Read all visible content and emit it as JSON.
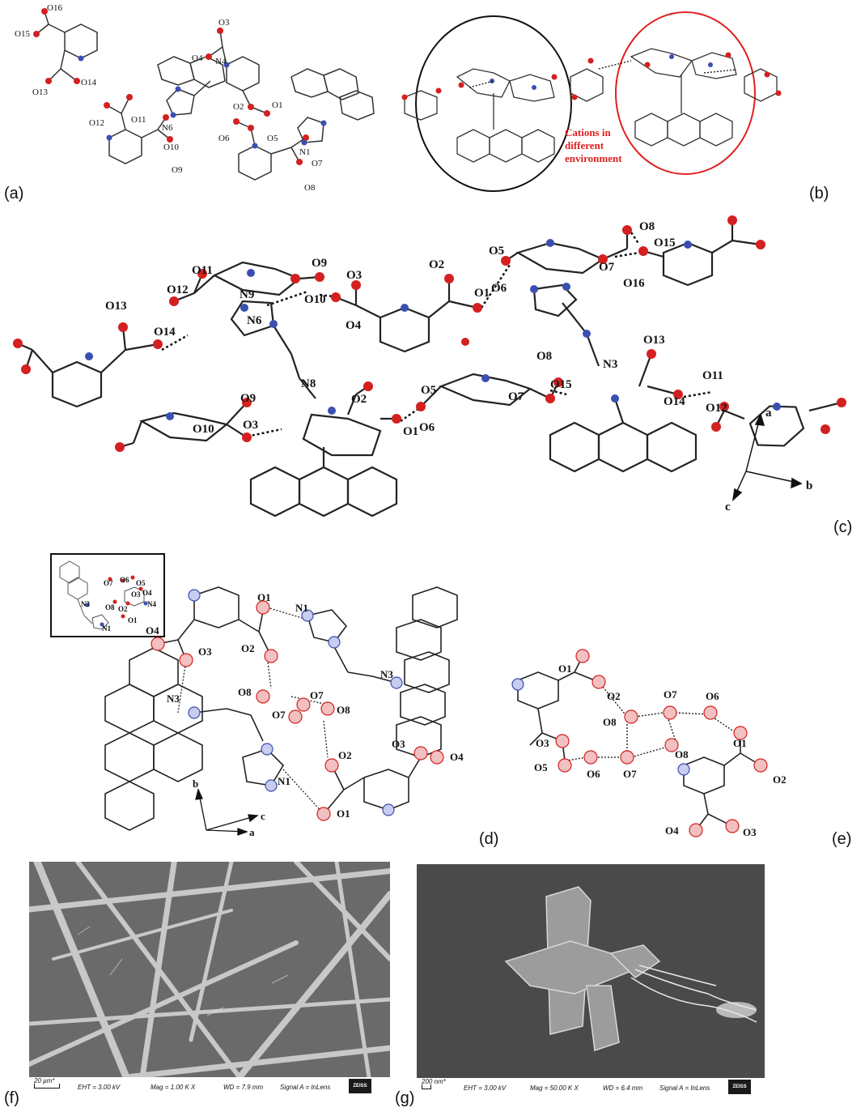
{
  "panel_labels": {
    "a": "(a)",
    "b": "(b)",
    "c": "(c)",
    "d": "(d)",
    "e": "(e)",
    "f": "(f)",
    "g": "(g)"
  },
  "panel_a": {
    "atoms": [
      "O16",
      "O15",
      "O13",
      "O14",
      "O3",
      "O4",
      "N4",
      "O2",
      "O1",
      "N6",
      "N1",
      "O12",
      "O11",
      "O10",
      "O9",
      "O6",
      "O5",
      "O7",
      "O8"
    ]
  },
  "panel_b": {
    "annotation": [
      "Cations in",
      "different",
      "environment"
    ]
  },
  "panel_c": {
    "atoms": [
      "O9",
      "O11",
      "O12",
      "O13",
      "O14",
      "N9",
      "O10",
      "N6",
      "O3",
      "O4",
      "O2",
      "O1",
      "O5",
      "O6",
      "O8",
      "O7",
      "O15",
      "O16",
      "N8",
      "O9",
      "O3",
      "O10",
      "O2",
      "O1",
      "O5",
      "O6",
      "O8",
      "O7",
      "O15",
      "N3",
      "O13",
      "O14",
      "O11",
      "O12"
    ],
    "axes": [
      "a",
      "b",
      "c"
    ]
  },
  "panel_d": {
    "atoms": [
      "O1",
      "N1",
      "O2",
      "O4",
      "O3",
      "O8",
      "O7",
      "O7",
      "O8",
      "N3",
      "N3",
      "O3",
      "O4",
      "O2",
      "N1",
      "O1"
    ],
    "inset_atoms": [
      "O7",
      "O6",
      "O5",
      "O4",
      "O3",
      "N3",
      "O8",
      "O2",
      "N4",
      "N1",
      "O1"
    ],
    "axes": [
      "b",
      "c",
      "a"
    ]
  },
  "panel_e": {
    "atoms": [
      "O1",
      "O2",
      "O7",
      "O6",
      "O8",
      "O1",
      "O3",
      "O5",
      "O6",
      "O7",
      "O8",
      "O2",
      "O4",
      "O3"
    ]
  },
  "panel_f": {
    "scale": "20 µm*",
    "eht": "EHT =  3.00 kV",
    "mag": "Mag =    1.00 K X",
    "wd": "WD =  7.9 mm",
    "signal": "Signal A = InLens",
    "brand": "ZEISS"
  },
  "panel_g": {
    "scale": "200 nm*",
    "eht": "EHT =  3.00 kV",
    "mag": "Mag =   50.00 K X",
    "wd": "WD =  6.4 mm",
    "signal": "Signal A = InLens",
    "brand": "ZEISS"
  },
  "colors": {
    "oxygen": "#d42020",
    "nitrogen": "#3a4fb0",
    "carbon": "#ffffff",
    "annotation": "#e02020",
    "black_circle": "#111111",
    "red_circle": "#e02020"
  }
}
